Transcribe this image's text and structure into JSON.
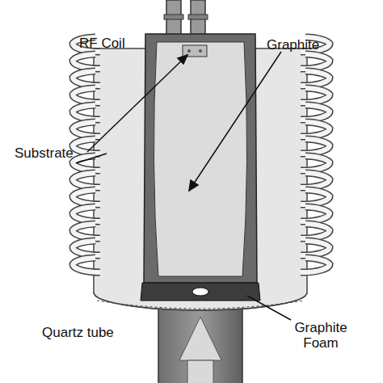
{
  "diagram": {
    "labels": [
      "RF Coil",
      "Graphite",
      "Substrate",
      "Quartz tube",
      "Graphite Foam"
    ]
  }
}
